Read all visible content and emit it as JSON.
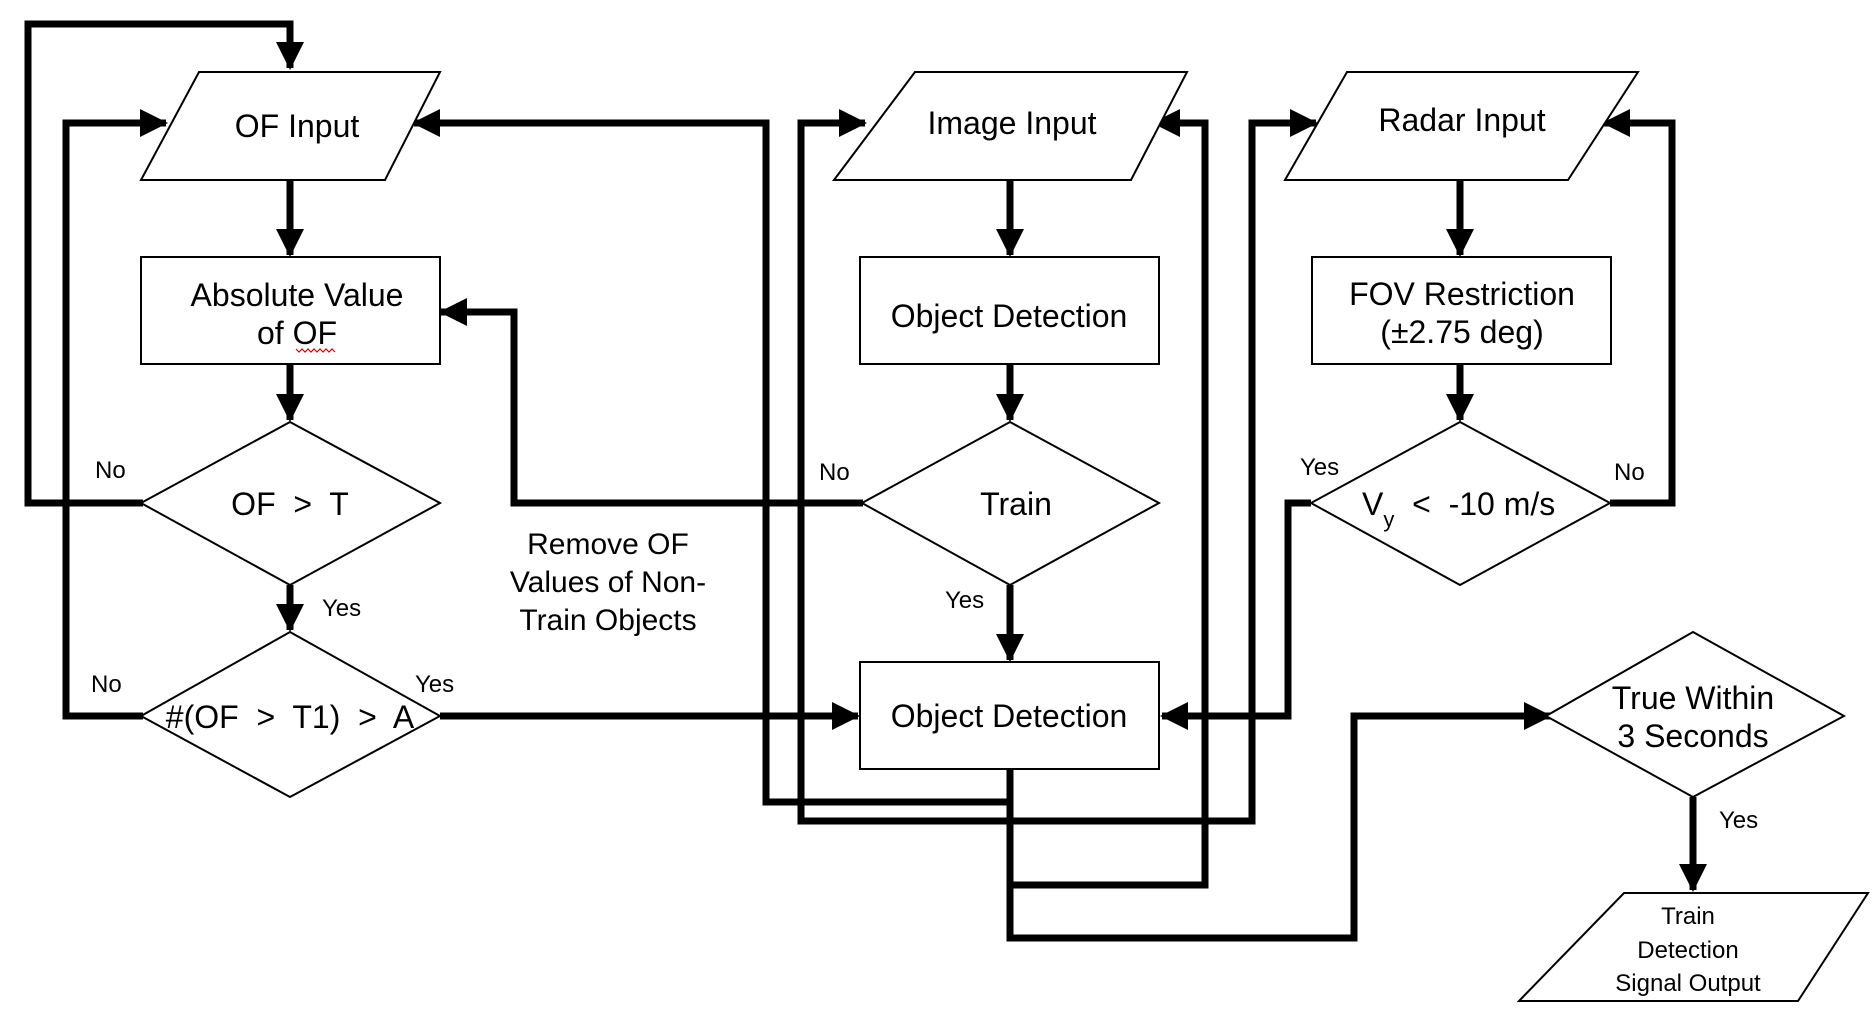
{
  "nodes": {
    "of_input": "OF Input",
    "abs_value_line1": "Absolute Value",
    "abs_value_line2": "of OF",
    "of_gt_t": "OF  >  T",
    "count_gt_a": "#(OF  >  T1)  >  A",
    "image_input": "Image Input",
    "object_detection_1": "Object Detection",
    "train": "Train",
    "object_detection_2": "Object Detection",
    "radar_input": "Radar Input",
    "fov_line1": "FOV Restriction",
    "fov_line2": "(±2.75 deg)",
    "vy_main": "V",
    "vy_sub": "y",
    "vy_rest": "  <  -10 m/s",
    "true_within_line1": "True Within",
    "true_within_line2": "3 Seconds",
    "output_line1": "Train",
    "output_line2": "Detection",
    "output_line3": "Signal Output"
  },
  "note": {
    "line1": "Remove OF",
    "line2": "Values of Non-",
    "line3": "Train Objects"
  },
  "branch_labels": {
    "of_t_no": "No",
    "of_t_yes": "Yes",
    "count_no": "No",
    "count_yes": "Yes",
    "train_no": "No",
    "train_yes": "Yes",
    "vy_yes": "Yes",
    "vy_no": "No",
    "true_within_yes": "Yes"
  }
}
